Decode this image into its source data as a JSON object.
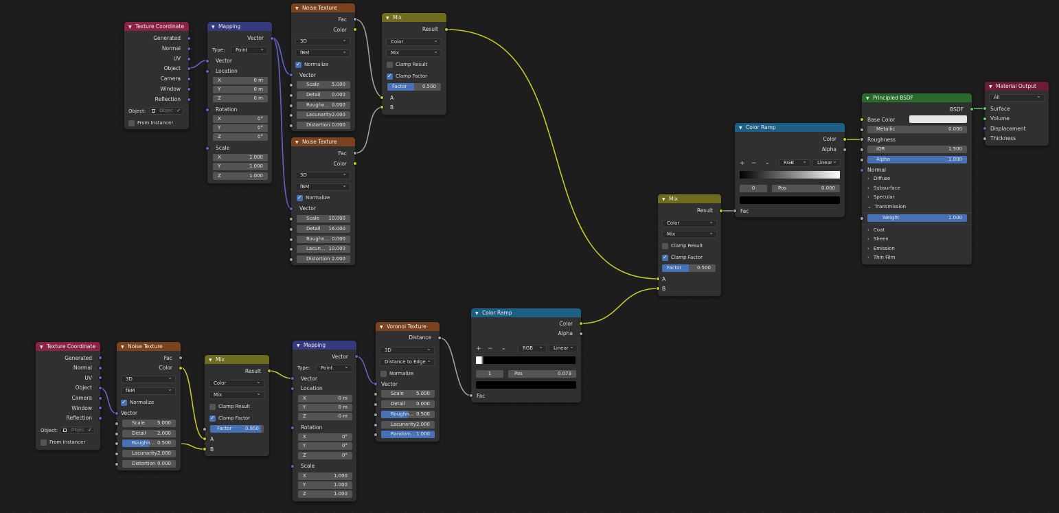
{
  "colors": {
    "background": "#1d1d1d",
    "node_body": "#303030",
    "texture_header": "#7a431d",
    "vector_header": "#353a7e",
    "input_header": "#8b2345",
    "color_header": "#6f6d1d",
    "converter_header": "#1e5f86",
    "shader_header": "#276a2b",
    "output_header": "#6b1e33",
    "field_active": "#4771b5",
    "socket_color": "#c7c729",
    "socket_vector": "#6363c7",
    "socket_float": "#a1a1a1",
    "socket_shader": "#63c763"
  },
  "icons": {
    "collapse": "chevron-down-icon",
    "check": "checkmark-icon",
    "add": "plus-icon",
    "remove": "minus-icon",
    "menu": "chevron-down-icon",
    "eyedropper": "eyedropper-icon",
    "object": "object-icon",
    "panel": "chevron-right-icon"
  },
  "tc1": {
    "title": "Texture Coordinate",
    "outputs": [
      "Generated",
      "Normal",
      "UV",
      "Object",
      "Camera",
      "Window",
      "Reflection"
    ],
    "object_label": "Object:",
    "object_placeholder": "Objec",
    "from_instancer": "From Instancer"
  },
  "map1": {
    "title": "Mapping",
    "out": "Vector",
    "type_label": "Type:",
    "type_value": "Point",
    "in_vector": "Vector",
    "location": "Location",
    "rotation": "Rotation",
    "scale": "Scale",
    "loc": [
      [
        "X",
        "0 m"
      ],
      [
        "Y",
        "0 m"
      ],
      [
        "Z",
        "0 m"
      ]
    ],
    "rot": [
      [
        "X",
        "0°"
      ],
      [
        "Y",
        "0°"
      ],
      [
        "Z",
        "0°"
      ]
    ],
    "scl": [
      [
        "X",
        "1.000"
      ],
      [
        "Y",
        "1.000"
      ],
      [
        "Z",
        "1.000"
      ]
    ]
  },
  "noise1": {
    "title": "Noise Texture",
    "fac": "Fac",
    "color": "Color",
    "dim": "3D",
    "type": "fBM",
    "normalize": "Normalize",
    "vector": "Vector",
    "fields": [
      [
        "Scale",
        "5.000"
      ],
      [
        "Detail",
        "0.000"
      ],
      [
        "Roughn...",
        "0.000"
      ],
      [
        "Lacunarity",
        "2.000"
      ],
      [
        "Distortion",
        "0.000"
      ]
    ]
  },
  "noise2": {
    "title": "Noise Texture",
    "fac": "Fac",
    "color": "Color",
    "dim": "3D",
    "type": "fBM",
    "normalize": "Normalize",
    "vector": "Vector",
    "fields": [
      [
        "Scale",
        "10.000"
      ],
      [
        "Detail",
        "16.000"
      ],
      [
        "Roughn...",
        "0.000"
      ],
      [
        "Lacun...",
        "10.000"
      ],
      [
        "Distortion",
        "2.000"
      ]
    ]
  },
  "mix1": {
    "title": "Mix",
    "result": "Result",
    "dtype": "Color",
    "blend": "Mix",
    "clamp_result": "Clamp Result",
    "clamp_factor": "Clamp Factor",
    "factor_label": "Factor",
    "factor_value": "0.500",
    "a": "A",
    "b": "B"
  },
  "ramp1": {
    "title": "Color Ramp",
    "color": "Color",
    "alpha": "Alpha",
    "mode": "RGB",
    "interp": "Linear",
    "index": "0",
    "pos_label": "Pos",
    "pos_value": "0.000",
    "fac": "Fac"
  },
  "mix3": {
    "title": "Mix",
    "result": "Result",
    "dtype": "Color",
    "blend": "Mix",
    "clamp_result": "Clamp Result",
    "clamp_factor": "Clamp Factor",
    "factor_label": "Factor",
    "factor_value": "0.500",
    "a": "A",
    "b": "B"
  },
  "bsdf": {
    "title": "Principled BSDF",
    "out": "BSDF",
    "base_color": "Base Color",
    "metallic": "Metallic",
    "metallic_value": "0.000",
    "roughness": "Roughness",
    "ior": "IOR",
    "ior_value": "1.500",
    "alpha": "Alpha",
    "alpha_value": "1.000",
    "normal": "Normal",
    "panels": [
      "Diffuse",
      "Subsurface",
      "Specular",
      "Transmission"
    ],
    "weight": "Weight",
    "weight_value": "1.000",
    "panels2": [
      "Coat",
      "Sheen",
      "Emission",
      "Thin Film"
    ]
  },
  "out": {
    "title": "Material Output",
    "target": "All",
    "inputs": [
      "Surface",
      "Volume",
      "Displacement",
      "Thickness"
    ]
  },
  "tc2": {
    "title": "Texture Coordinate",
    "outputs": [
      "Generated",
      "Normal",
      "UV",
      "Object",
      "Camera",
      "Window",
      "Reflection"
    ],
    "object_label": "Object:",
    "object_placeholder": "Objec",
    "from_instancer": "From Instancer"
  },
  "noise3": {
    "title": "Noise Texture",
    "fac": "Fac",
    "color": "Color",
    "dim": "3D",
    "type": "fBM",
    "normalize": "Normalize",
    "vector": "Vector",
    "fields": [
      [
        "Scale",
        "5.000"
      ],
      [
        "Detail",
        "2.000"
      ],
      [
        "Roughn...",
        "0.500"
      ],
      [
        "Lacunarity",
        "2.000"
      ],
      [
        "Distortion",
        "0.000"
      ]
    ],
    "rough_fill": 0.5
  },
  "mix2": {
    "title": "Mix",
    "result": "Result",
    "dtype": "Color",
    "blend": "Mix",
    "clamp_result": "Clamp Result",
    "clamp_factor": "Clamp Factor",
    "factor_label": "Factor",
    "factor_value": "0.950",
    "factor_fill": 0.95,
    "a": "A",
    "b": "B"
  },
  "map2": {
    "title": "Mapping",
    "out": "Vector",
    "type_label": "Type:",
    "type_value": "Point",
    "in_vector": "Vector",
    "location": "Location",
    "rotation": "Rotation",
    "scale": "Scale",
    "loc": [
      [
        "X",
        "0 m"
      ],
      [
        "Y",
        "0 m"
      ],
      [
        "Z",
        "0 m"
      ]
    ],
    "rot": [
      [
        "X",
        "0°"
      ],
      [
        "Y",
        "0°"
      ],
      [
        "Z",
        "0°"
      ]
    ],
    "scl": [
      [
        "X",
        "1.000"
      ],
      [
        "Y",
        "1.000"
      ],
      [
        "Z",
        "1.000"
      ]
    ]
  },
  "voronoi": {
    "title": "Voronoi Texture",
    "distance": "Distance",
    "dim": "3D",
    "feature": "Distance to Edge",
    "normalize": "Normalize",
    "vector": "Vector",
    "fields": [
      [
        "Scale",
        "5.000"
      ],
      [
        "Detail",
        "0.000"
      ],
      [
        "Roughn...",
        "0.500"
      ],
      [
        "Lacunarity",
        "2.000"
      ],
      [
        "Random...",
        "1.000"
      ]
    ],
    "rough_fill": 0.5,
    "random_fill": 1.0
  },
  "ramp2": {
    "title": "Color Ramp",
    "color": "Color",
    "alpha": "Alpha",
    "mode": "RGB",
    "interp": "Linear",
    "index": "1",
    "pos_label": "Pos",
    "pos_value": "0.073",
    "fac": "Fac"
  }
}
